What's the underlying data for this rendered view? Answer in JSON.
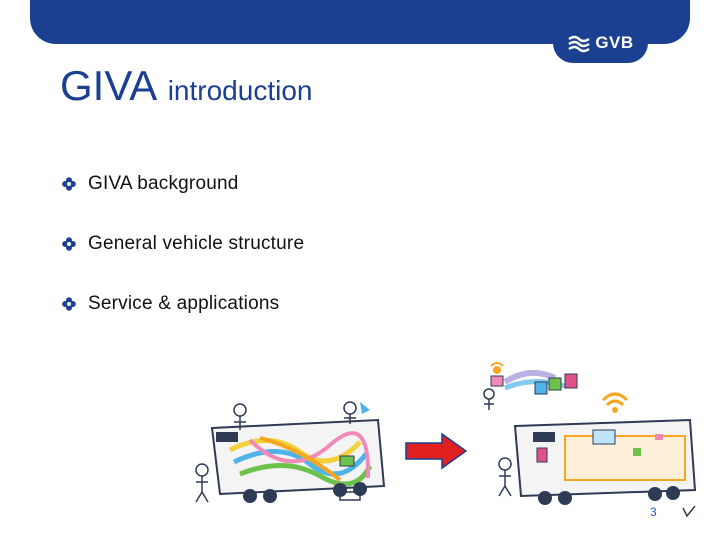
{
  "header": {
    "logo_text": "GVB",
    "brand_color": "#1b3f91"
  },
  "title": {
    "main": "GIVA",
    "sub": "introduction"
  },
  "bullets": [
    {
      "label": "GIVA background",
      "icon": "flower-bullet-icon"
    },
    {
      "label": "General vehicle structure",
      "icon": "flower-bullet-icon"
    },
    {
      "label": "Service & applications",
      "icon": "flower-bullet-icon"
    }
  ],
  "illustrations": {
    "left": "vehicle-with-tangled-wires",
    "right": "vehicle-with-wireless-network"
  },
  "arrow_color": "#e01f1f",
  "footer": {
    "page_number": "3"
  }
}
